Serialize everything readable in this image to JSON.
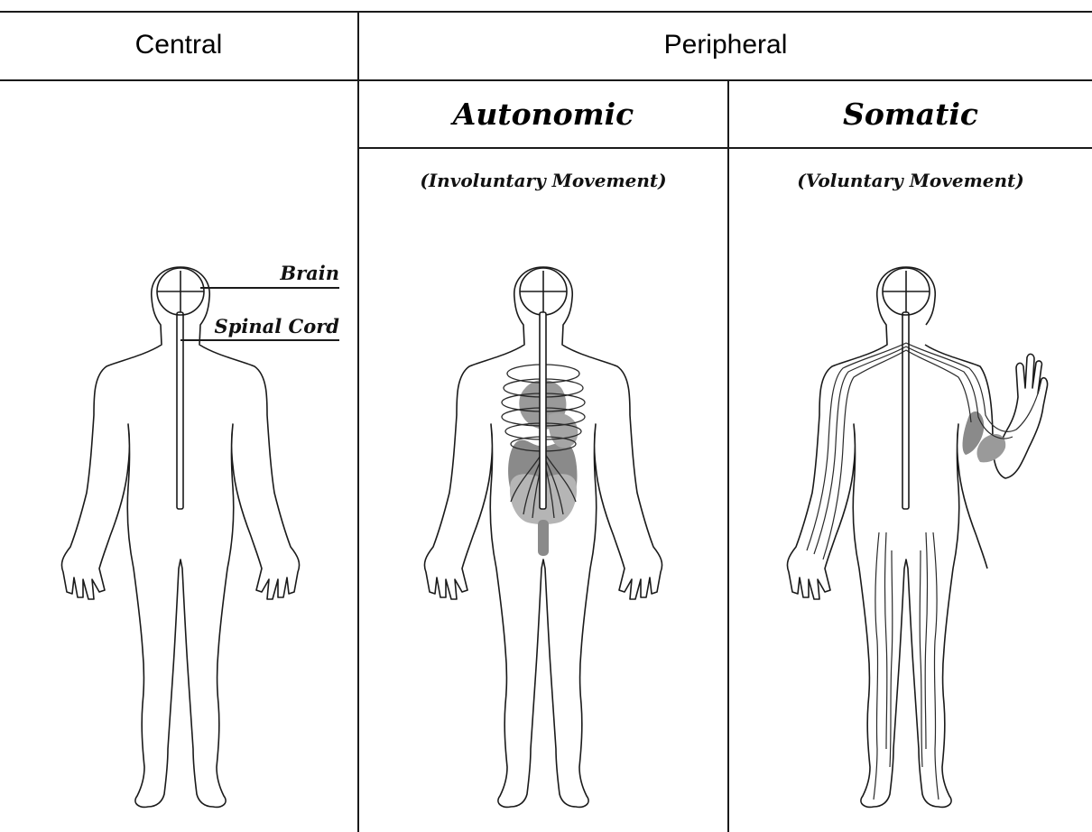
{
  "table": {
    "central_header": "Central",
    "peripheral_header": "Peripheral",
    "autonomic": {
      "title": "Autonomic",
      "subtitle": "(Involuntary Movement)"
    },
    "somatic": {
      "title": "Somatic",
      "subtitle": "(Voluntary Movement)"
    }
  },
  "labels": {
    "brain": "Brain",
    "spinal_cord": "Spinal Cord"
  },
  "colors": {
    "outline": "#1a1a1a",
    "organ_fill": "#8a8a8a",
    "organ_light": "#b5b5b5"
  },
  "icons": {
    "body": "human-body-outline-icon"
  }
}
